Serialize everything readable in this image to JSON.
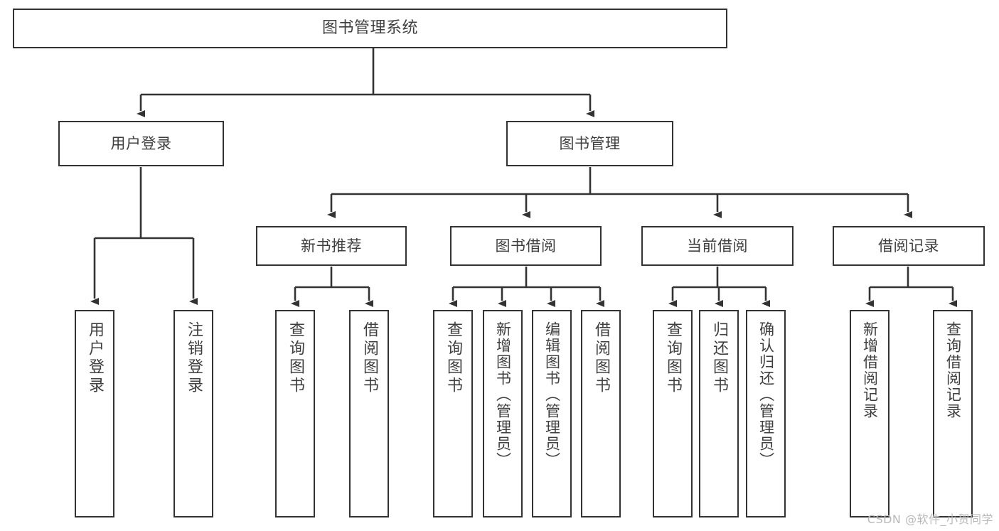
{
  "diagram": {
    "title": "图书管理系统",
    "type": "tree-hierarchy",
    "watermark": "CSDN @软件_小贺同学",
    "root": {
      "label": "图书管理系统"
    },
    "level2": [
      {
        "label": "用户登录"
      },
      {
        "label": "图书管理"
      }
    ],
    "level3": [
      {
        "label": "新书推荐"
      },
      {
        "label": "图书借阅"
      },
      {
        "label": "当前借阅"
      },
      {
        "label": "借阅记录"
      }
    ],
    "leaves": {
      "user_login": [
        {
          "label": "用户登录"
        },
        {
          "label": "注销登录"
        }
      ],
      "new_book_recommend": [
        {
          "label": "查询图书"
        },
        {
          "label": "借阅图书"
        }
      ],
      "book_borrow": [
        {
          "label": "查询图书"
        },
        {
          "label": "新增图书（管理员）"
        },
        {
          "label": "编辑图书（管理员）"
        },
        {
          "label": "借阅图书"
        }
      ],
      "current_borrow": [
        {
          "label": "查询图书"
        },
        {
          "label": "归还图书"
        },
        {
          "label": "确认归还（管理员）"
        }
      ],
      "borrow_record": [
        {
          "label": "新增借阅记录"
        },
        {
          "label": "查询借阅记录"
        }
      ]
    },
    "colors": {
      "border": "#333333",
      "text": "#3f3f3f",
      "background": "#ffffff",
      "watermark": "#b9b9b9"
    }
  }
}
